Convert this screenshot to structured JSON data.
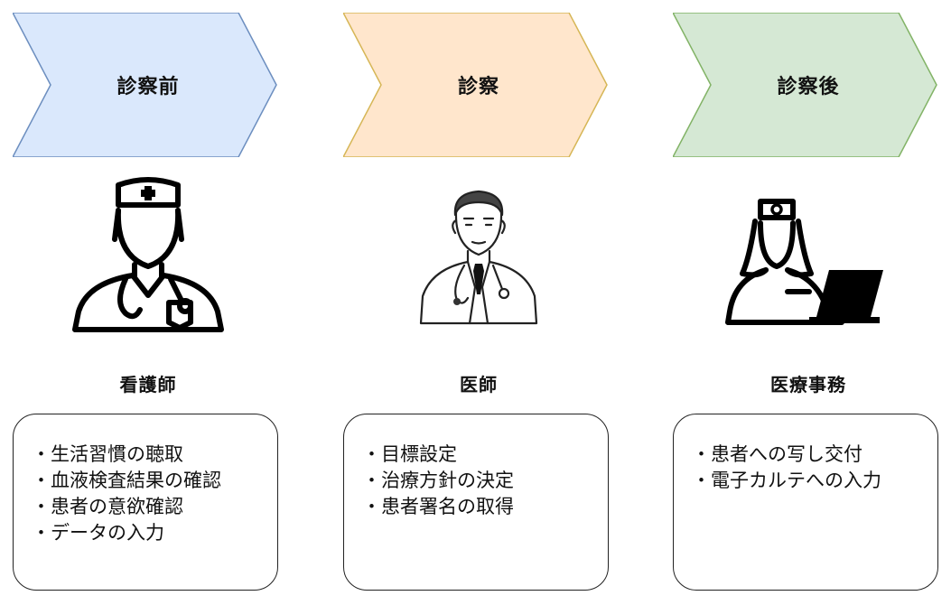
{
  "stages": [
    {
      "label": "診察前",
      "role": "看護師",
      "icon": "nurse-icon",
      "fill": "#dae8fc",
      "stroke": "#6c8ebf",
      "tasks": [
        "・生活習慣の聴取",
        "・血液検査結果の確認",
        "・患者の意欲確認",
        "・データの入力"
      ]
    },
    {
      "label": "診察",
      "role": "医師",
      "icon": "doctor-icon",
      "fill": "#ffe6cc",
      "stroke": "#d6b656",
      "tasks": [
        "・目標設定",
        "・治療方針の決定",
        "・患者署名の取得"
      ]
    },
    {
      "label": "診察後",
      "role": "医療事務",
      "icon": "receptionist-icon",
      "fill": "#d5e8d4",
      "stroke": "#82b366",
      "tasks": [
        "・患者への写し交付",
        "・電子カルテへの入力"
      ]
    }
  ]
}
